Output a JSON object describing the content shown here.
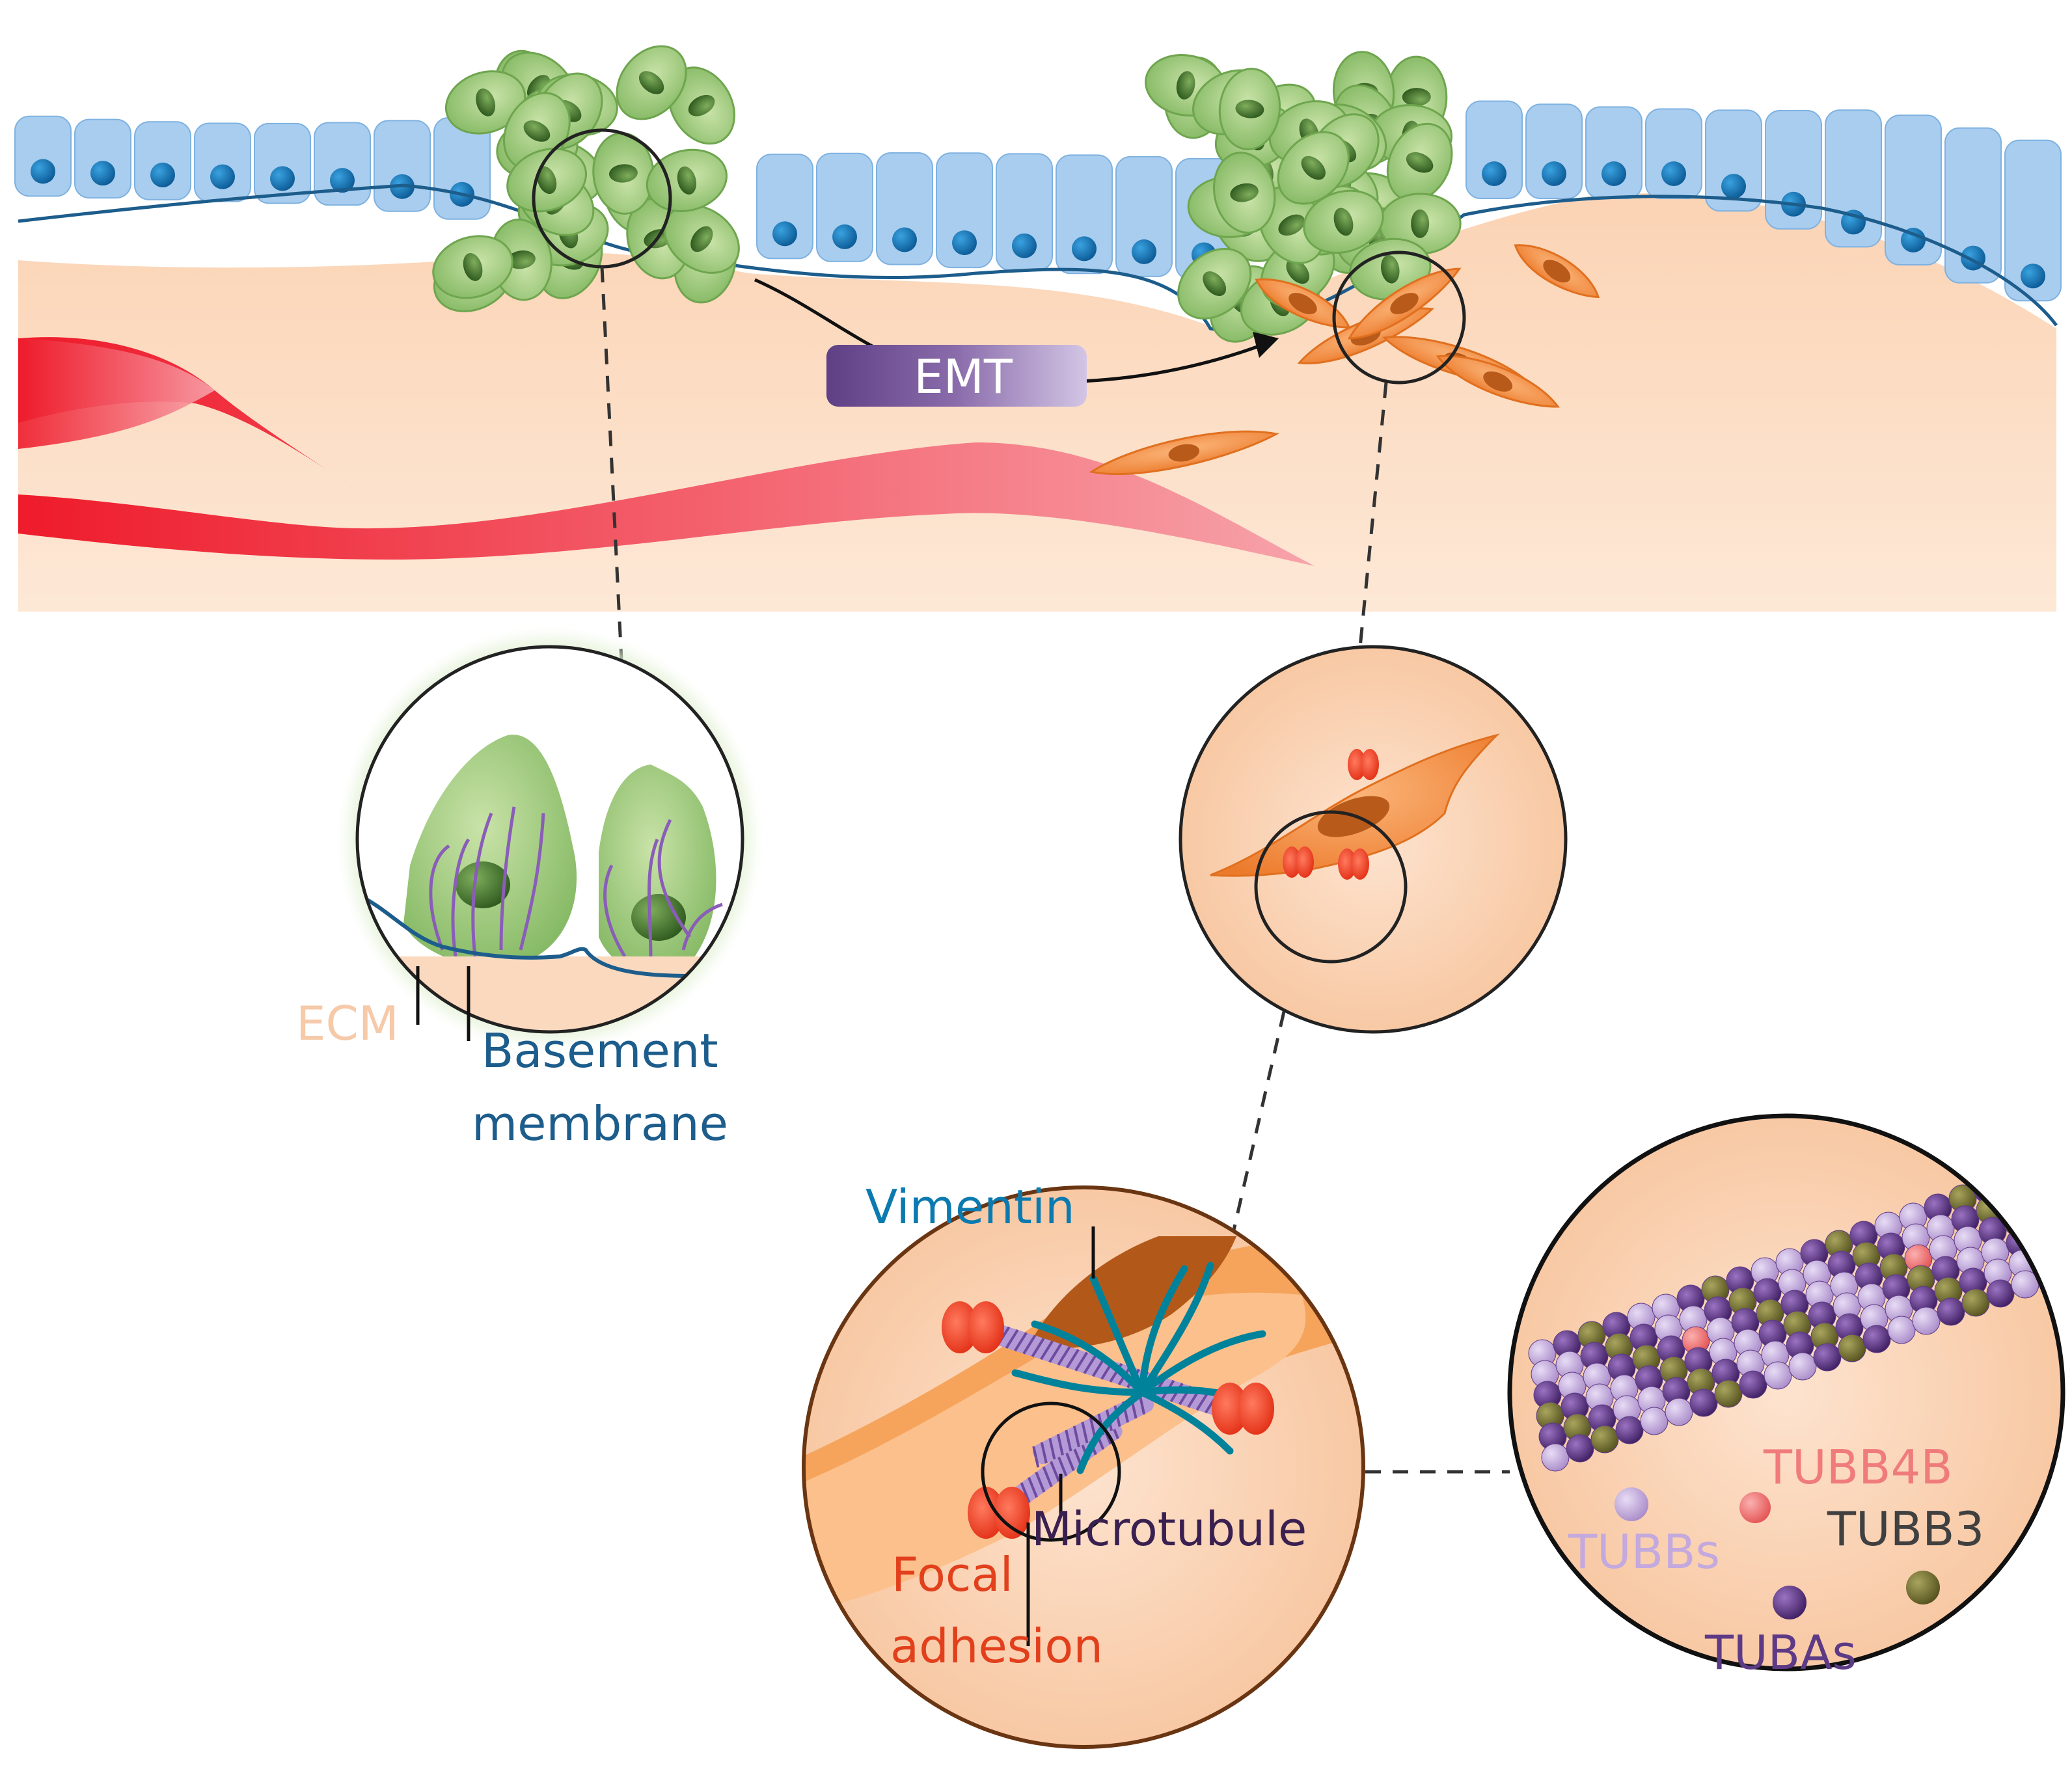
{
  "labels": {
    "emt": "EMT",
    "ecm": "ECM",
    "basement_line1": "Basement",
    "basement_line2": "membrane",
    "vimentin": "Vimentin",
    "microtubule": "Microtubule",
    "focal_line1": "Focal",
    "focal_line2": "adhesion",
    "tubb4b": "TUBB4B",
    "tubb3": "TUBB3",
    "tubbs": "TUBBs",
    "tubas": "TUBAs"
  },
  "colors": {
    "tissue": "#fbd9bf",
    "epithelium": "#9cc6ec",
    "epithelium_nucleus": "#0f6fb0",
    "basement_membrane": "#1d5d8c",
    "tumor_cell": "#8cc06e",
    "tumor_nucleus": "#3f6b2b",
    "mesenchymal_cell": "#f08a3c",
    "vessel": "#ee1b2b",
    "emt_box": "#6b4b8f",
    "focal_adhesion": "#ef3b24",
    "vimentin": "#00829a",
    "tubb": "#c7b0e0",
    "tuba": "#5b2f86",
    "tubb3": "#6f6a33",
    "tubb4b": "#f07777",
    "ecm_label": "#f6c9a8",
    "microtubule_label": "#3a2050",
    "tubb3_label": "#404040",
    "tubas_label": "#5d3a85"
  }
}
